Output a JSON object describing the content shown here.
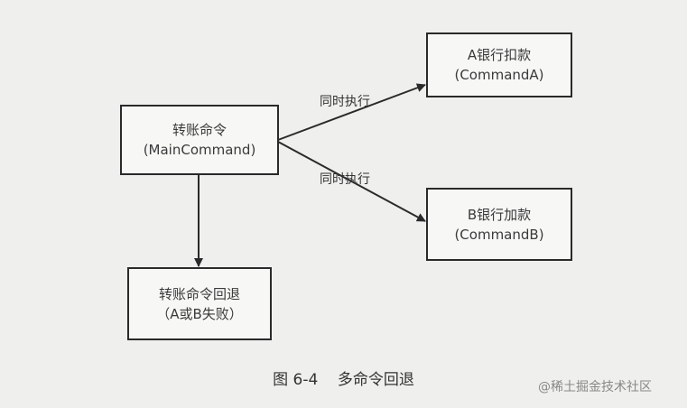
{
  "nodes": {
    "main": {
      "title": "转账命令",
      "subtitle": "(MainCommand)"
    },
    "command_a": {
      "title": "A银行扣款",
      "subtitle": "(CommandA)"
    },
    "command_b": {
      "title": "B银行加款",
      "subtitle": "(CommandB)"
    },
    "rollback": {
      "title": "转账命令回退",
      "subtitle": "（A或B失败）"
    }
  },
  "edges": {
    "to_a_label": "同时执行",
    "to_b_label": "同时执行"
  },
  "caption": "图 6-4    多命令回退",
  "watermark": "@稀土掘金技术社区"
}
